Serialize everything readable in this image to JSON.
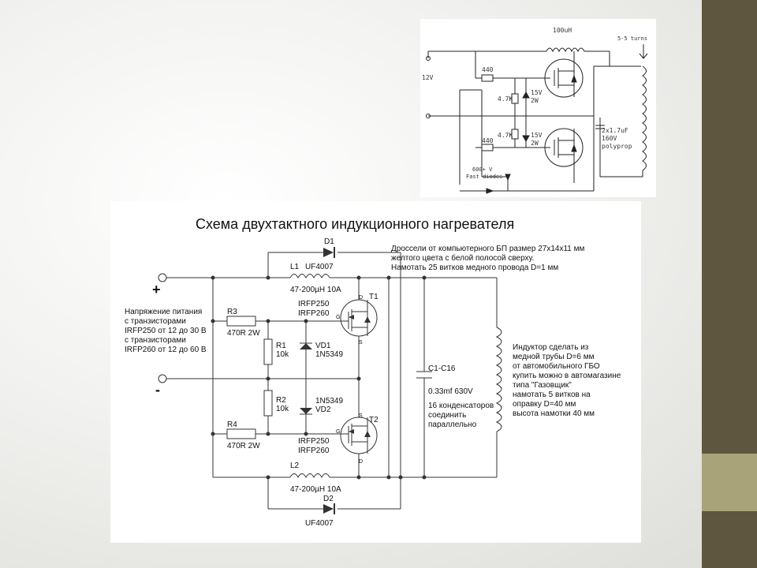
{
  "main": {
    "title": "Схема двухтактного индукционного нагревателя",
    "plus": "+",
    "minus": "-",
    "supply_note": [
      "Напряжение питания",
      "с транзисторами",
      "IRFP250 от 12 до 30 В",
      "с транзисторами",
      "IRFP260 от 12 до 60 В"
    ],
    "d1": {
      "name": "D1",
      "part": "UF4007"
    },
    "d2": {
      "name": "D2",
      "part": "UF4007"
    },
    "l1": {
      "name": "L1",
      "value": "47-200µH 10A"
    },
    "l2": {
      "name": "L2",
      "value": "47-200µH 10A"
    },
    "r3": {
      "name": "R3",
      "value": "470R 2W"
    },
    "r4": {
      "name": "R4",
      "value": "470R 2W"
    },
    "r1": {
      "name": "R1",
      "value": "10k"
    },
    "r2": {
      "name": "R2",
      "value": "10k"
    },
    "vd1": {
      "name": "VD1",
      "part": "1N5349"
    },
    "vd2": {
      "name": "VD2",
      "part": "1N5349"
    },
    "t1": {
      "name": "T1",
      "part_a": "IRFP250",
      "part_b": "IRFP260"
    },
    "t2": {
      "name": "T2",
      "part_a": "IRFP250",
      "part_b": "IRFP260"
    },
    "pin": {
      "d": "D",
      "g": "G",
      "s": "S"
    },
    "choke_note": [
      "Дроссели от компьютерного БП размер 27х14х11 мм",
      "желтого цвета с белой полосой сверху.",
      "Намотать 25 витков медного провода D=1 мм"
    ],
    "cap": {
      "name": "C1-C16",
      "value": "0.33mf 630V",
      "note": [
        "16 конденсаторов",
        "соединить",
        "параллельно"
      ]
    },
    "inductor_note": [
      "Индуктор сделать из",
      "медной трубы D=6 мм",
      "от автомобильного ГБО",
      "купить можно в автомагазине",
      "типа \"Газовщик\"",
      "намотать 5 витков на",
      "оправку D=40 мм",
      "высота намотки 40 мм"
    ]
  },
  "top": {
    "inductor": "100uH",
    "turns": "5-5 turns",
    "supply": "12V",
    "r_top": "440",
    "r_bot": "440",
    "rg_top": "4.7K",
    "rg_bot": "4.7K",
    "z_top": [
      "15V",
      "2W"
    ],
    "z_bot": [
      "15V",
      "2W"
    ],
    "cap": [
      "2x1.7uF",
      "160V",
      "polyprop"
    ],
    "diodes": [
      "600+ V",
      "Fast diodes"
    ]
  }
}
